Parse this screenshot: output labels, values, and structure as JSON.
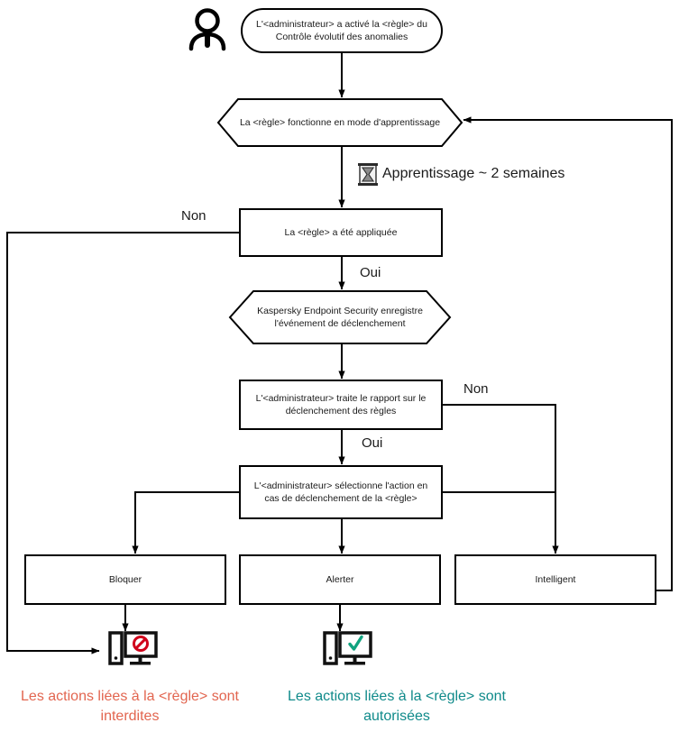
{
  "diagram": {
    "title": "Kaspersky Adaptive Anomaly Control rule flow",
    "colors": {
      "line": "#000000",
      "text": "#1a1a1a",
      "deny": "#e2654f",
      "allow": "#0f8a8a",
      "deny_icon": "#d0021b",
      "allow_icon": "#10a37f"
    },
    "actor_icon": "person-icon",
    "nodes": [
      {
        "id": "start",
        "shape": "rounded",
        "text": "L'<administrateur> a activé la <règle> du\nContrôle évolutif des anomalies"
      },
      {
        "id": "learning",
        "shape": "hexagon",
        "text": "La <règle> fonctionne en mode d'apprentissage"
      },
      {
        "id": "applied",
        "shape": "rect",
        "text": "La <règle> a été appliquée"
      },
      {
        "id": "record",
        "shape": "hexagon",
        "text": "Kaspersky Endpoint Security enregistre\nl'événement de déclenchement"
      },
      {
        "id": "report",
        "shape": "rect",
        "text": "L'<administrateur> traite le rapport sur le\ndéclenchement des règles"
      },
      {
        "id": "select",
        "shape": "rect",
        "text": "L'<administrateur> sélectionne l'action en\ncas de déclenchement de la <règle>"
      },
      {
        "id": "block",
        "shape": "rect",
        "text": "Bloquer"
      },
      {
        "id": "alert",
        "shape": "rect",
        "text": "Alerter"
      },
      {
        "id": "smart",
        "shape": "rect",
        "text": "Intelligent"
      }
    ],
    "edge_labels": [
      {
        "id": "applied-no",
        "text": "Non"
      },
      {
        "id": "applied-yes",
        "text": "Oui"
      },
      {
        "id": "report-no",
        "text": "Non"
      },
      {
        "id": "report-yes",
        "text": "Oui"
      }
    ],
    "notes": [
      {
        "id": "learning-duration",
        "icon": "hourglass-icon",
        "text": "Apprentissage ~ 2 semaines"
      }
    ],
    "outcome_icons": [
      {
        "id": "blocked-monitor",
        "icon": "monitor-blocked-icon"
      },
      {
        "id": "allowed-monitor",
        "icon": "monitor-allowed-icon"
      }
    ],
    "captions": [
      {
        "id": "denied-caption",
        "text": "Les actions liées à la <règle> sont\ninterdites"
      },
      {
        "id": "allowed-caption",
        "text": "Les actions liées à la <règle> sont\nautorisées"
      }
    ]
  }
}
